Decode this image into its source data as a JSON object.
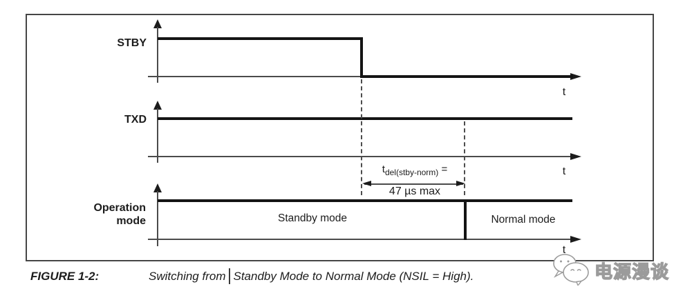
{
  "figure": {
    "rows": [
      {
        "id": "stby",
        "label": "STBY",
        "axis_label": "t"
      },
      {
        "id": "txd",
        "label": "TXD",
        "axis_label": "t"
      },
      {
        "id": "operation",
        "label_line1": "Operation",
        "label_line2": "mode",
        "axis_label": "t",
        "segments": [
          {
            "label": "Standby mode"
          },
          {
            "label": "Normal mode"
          }
        ]
      }
    ],
    "delay_annotation": {
      "symbol": "t",
      "subscript": "del(stby-norm)",
      "equals": " =",
      "value": "47 µs max"
    }
  },
  "caption": {
    "figure_label": "FIGURE 1-2:",
    "text_before_cursor": "Switching from",
    "text_after_cursor": "Standby Mode to Normal Mode (NSIL = High)."
  },
  "watermark": {
    "brand": "电源漫谈"
  },
  "colors": {
    "signal_line": "#141414",
    "axis_line": "#4a4a4a",
    "text": "#1c1c1c",
    "watermark_outline": "#9b9b9b",
    "background": "#ffffff"
  }
}
